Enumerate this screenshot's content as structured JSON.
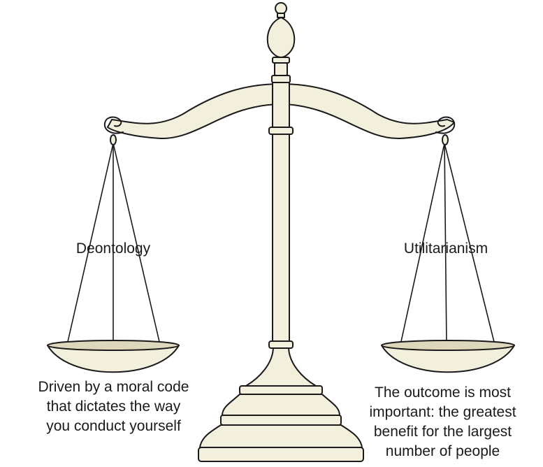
{
  "diagram": {
    "left_pan": {
      "title": "Deontology",
      "description_lines": [
        "Driven by a moral code",
        "that dictates the way",
        "you conduct yourself"
      ]
    },
    "right_pan": {
      "title": "Utilitarianism",
      "description_lines": [
        "The outcome is most",
        "important: the greatest",
        "benefit for the largest",
        "number of people"
      ]
    },
    "colors": {
      "fill": "#f3efdd",
      "outline": "#1a1a1a",
      "shade": "#ddd7bc"
    }
  }
}
